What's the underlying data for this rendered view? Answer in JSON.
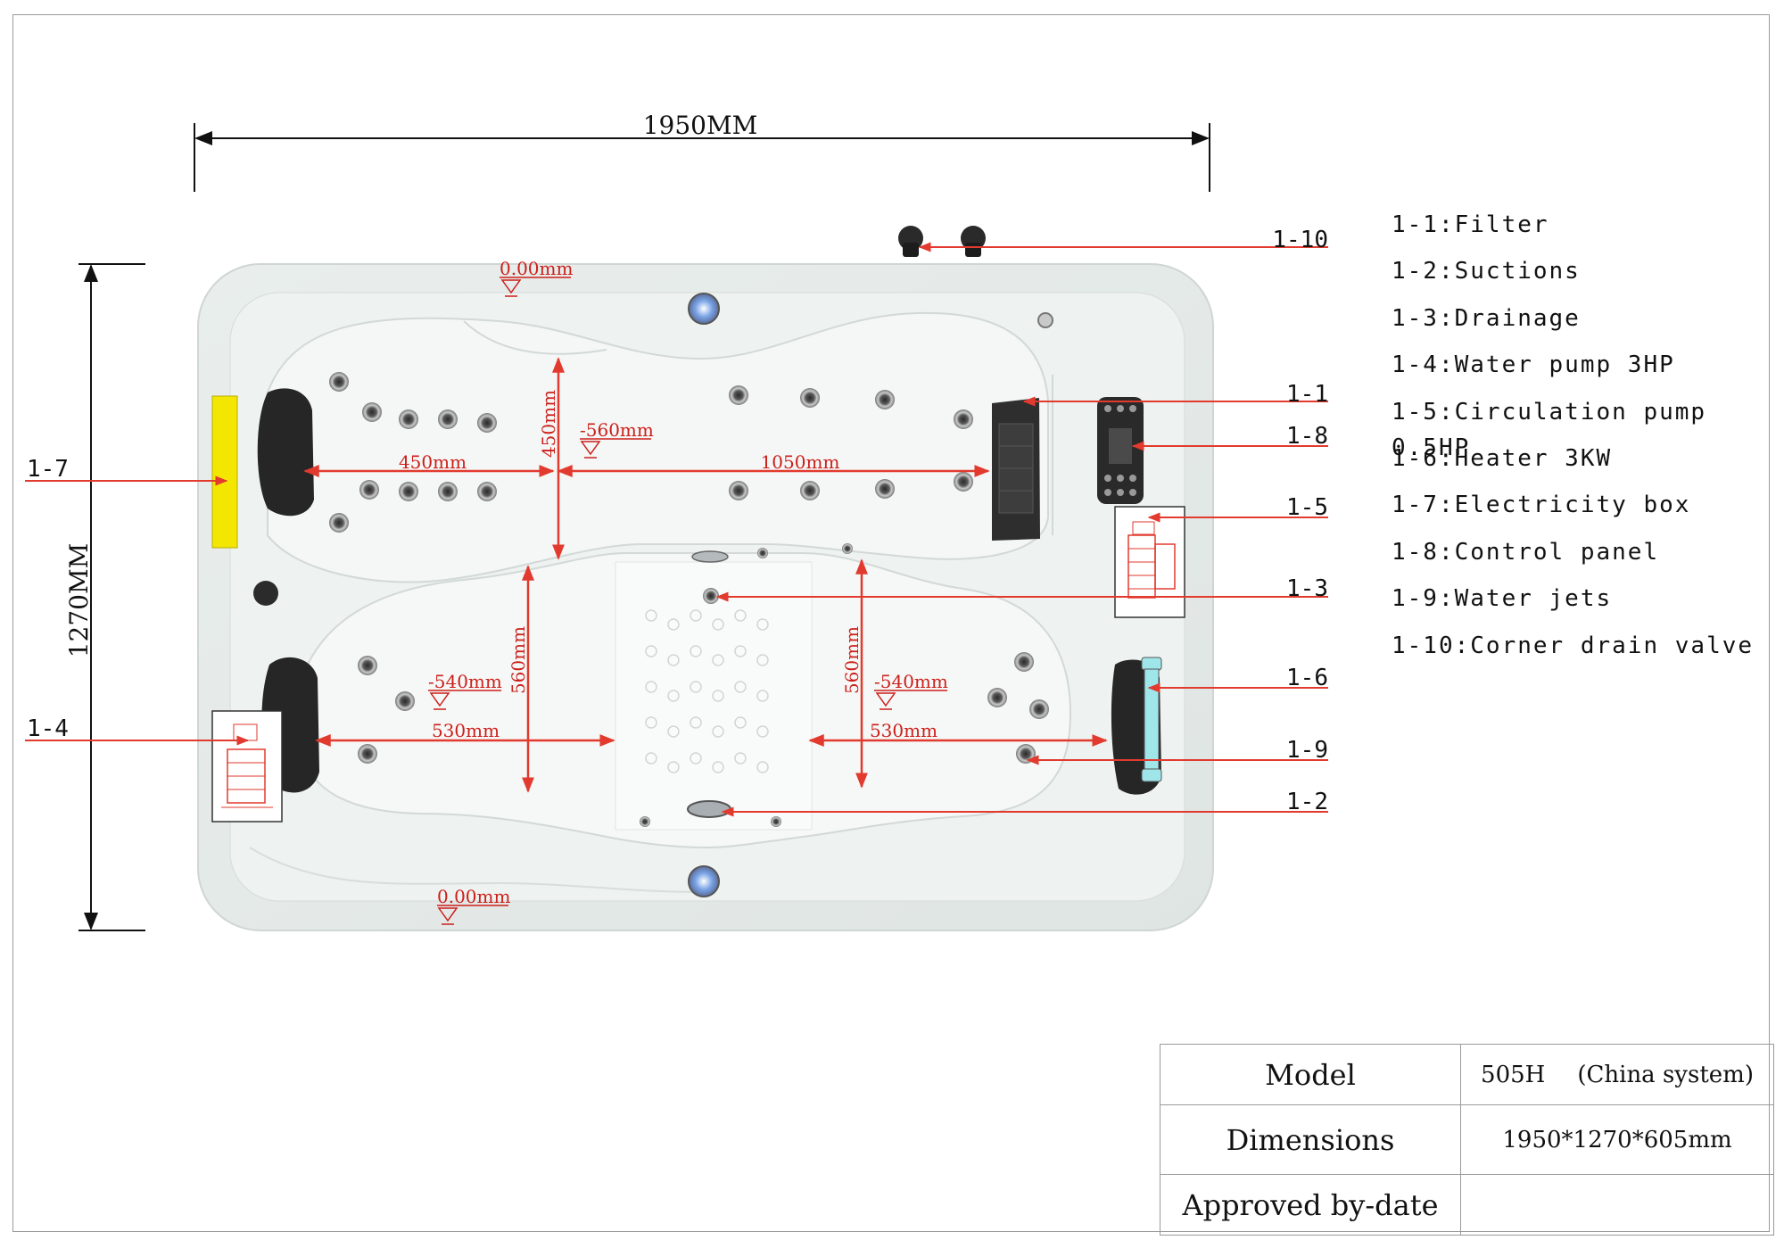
{
  "overall": {
    "width_label": "1950MM",
    "height_label": "1270MM"
  },
  "levels": {
    "top": "0.00mm",
    "bottom": "0.00mm",
    "mid": "-560mm",
    "left_seat": "-540mm",
    "right_seat": "-540mm"
  },
  "measurements": {
    "left_450": "450mm",
    "vert_450": "450mm",
    "span_1050": "1050mm",
    "left_560": "560mm",
    "right_560": "560mm",
    "left_530": "530mm",
    "right_530": "530mm"
  },
  "callouts": [
    "1-10",
    "1-1",
    "1-8",
    "1-5",
    "1-3",
    "1-6",
    "1-9",
    "1-2",
    "1-7",
    "1-4"
  ],
  "legend": [
    "1-1:Filter",
    "1-2:Suctions",
    "1-3:Drainage",
    "1-4:Water pump 3HP",
    "1-5:Circulation pump 0.5HP",
    "1-6:Heater 3KW",
    "1-7:Electricity box",
    "1-8:Control panel",
    "1-9:Water jets",
    "1-10:Corner drain valve"
  ],
  "spec_table": {
    "model_label": "Model",
    "model_value": "505H",
    "model_note": "(China system)",
    "dimensions_label": "Dimensions",
    "dimensions_value": "1950*1270*605mm",
    "approved_label": "Approved by-date",
    "approved_value": ""
  },
  "colors": {
    "annotation_red": "#e23a2e",
    "electricity_box": "#f3e600",
    "heater": "#9fe6ea",
    "pillow": "#222222"
  }
}
